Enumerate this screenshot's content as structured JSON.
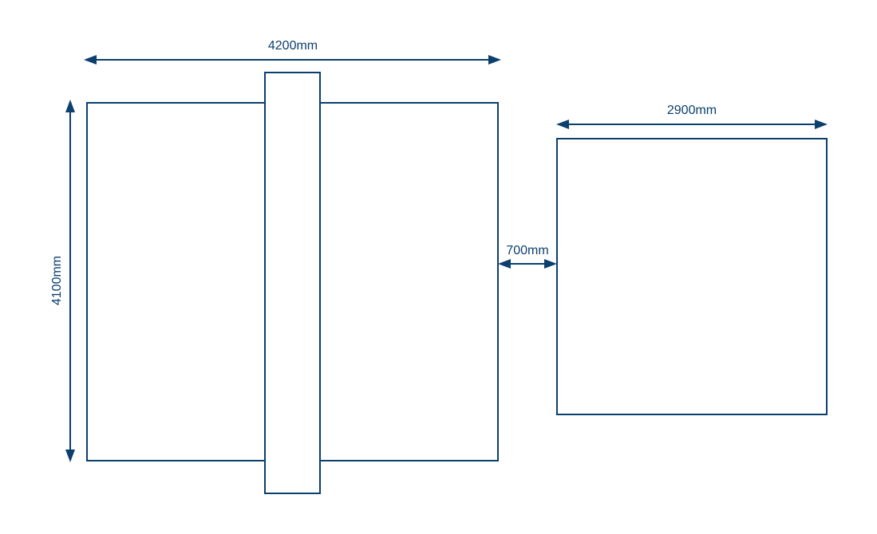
{
  "colors": {
    "stroke": "#0b3f6e",
    "background": "#ffffff"
  },
  "dimensions": {
    "large_width": "4200mm",
    "large_height": "4100mm",
    "small_width": "2900mm",
    "gap": "700mm"
  }
}
